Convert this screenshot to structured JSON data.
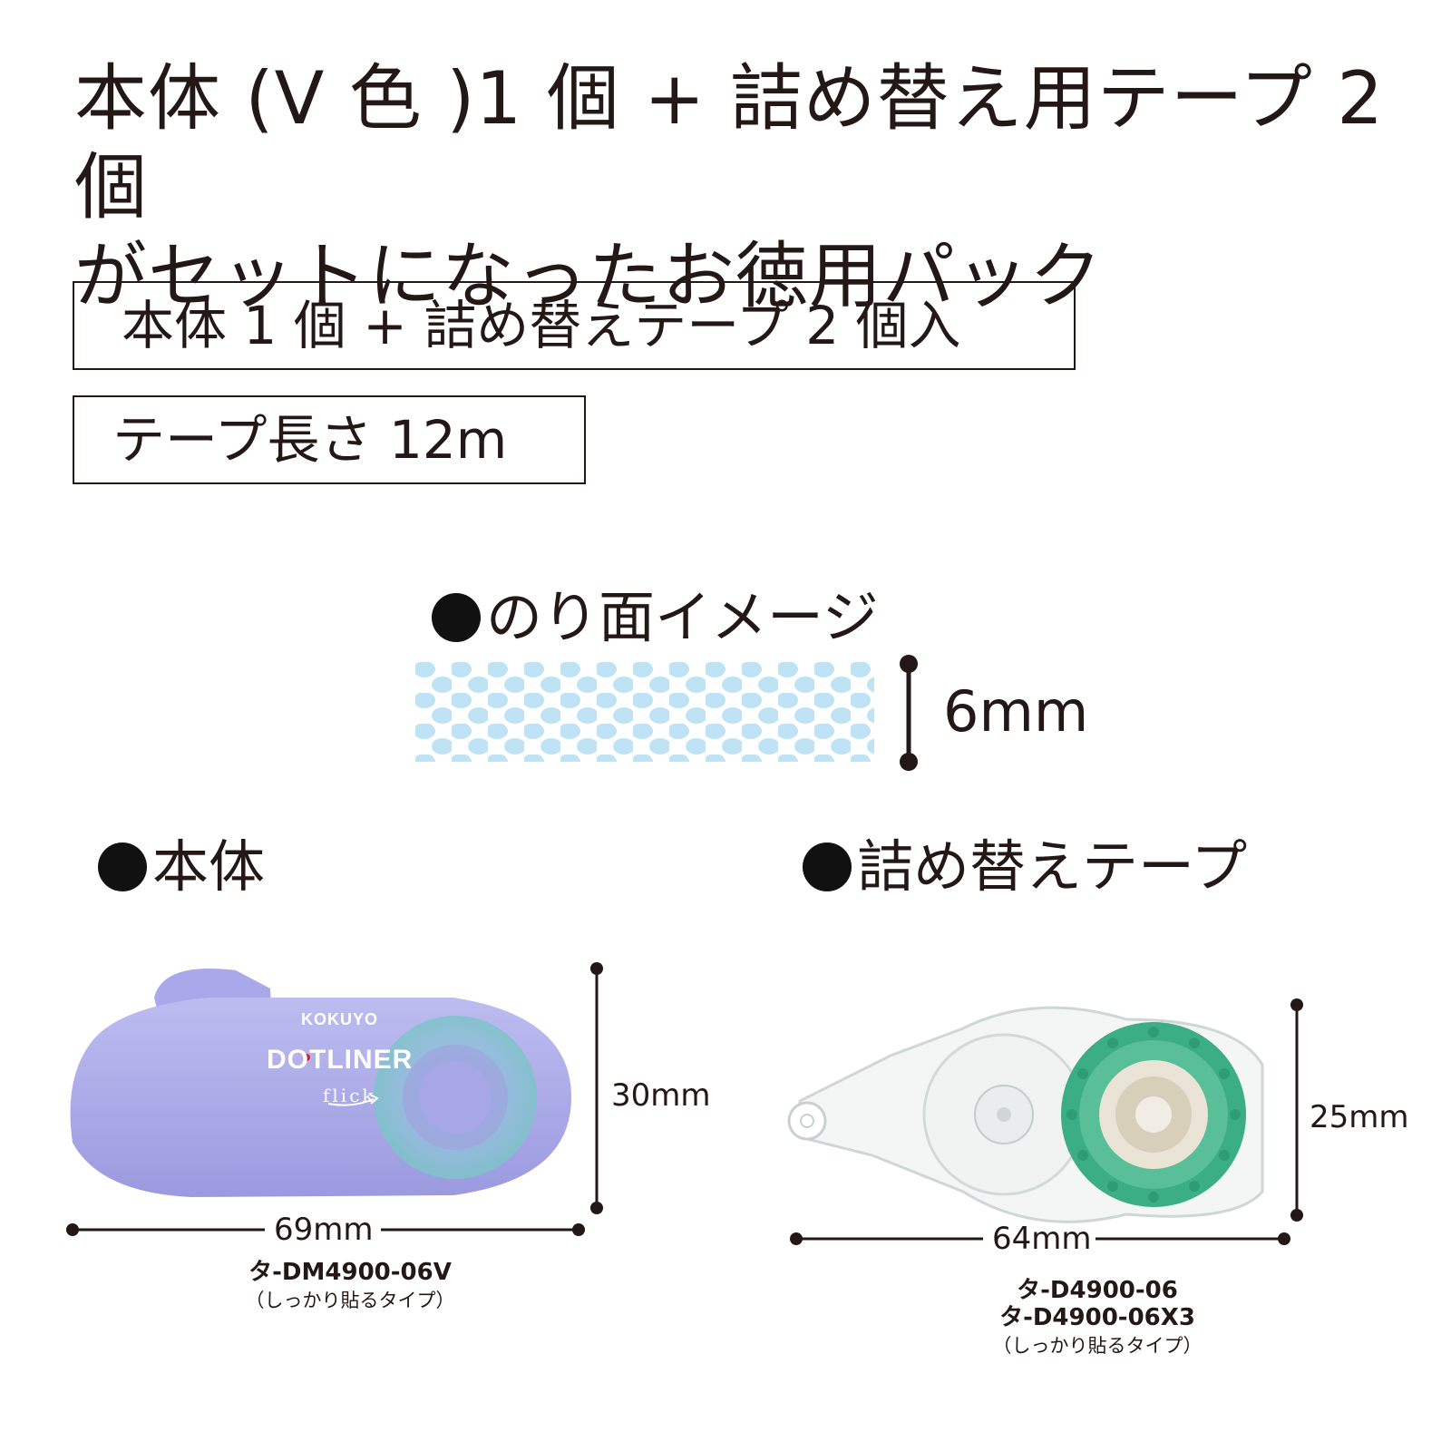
{
  "headline": {
    "line1": "本体 (V 色 )1 個 + 詰め替え用テープ 2 個",
    "line2": "がセットになったお徳用パック"
  },
  "badges": {
    "contents": "本体 1 個 + 詰め替えテープ 2 個入",
    "length": "テープ長さ 12m"
  },
  "glue_image": {
    "title": "のり面イメージ",
    "width_label": "6mm"
  },
  "body_section": {
    "title": "本体",
    "height_label": "30mm",
    "width_label": "69mm",
    "model": "タ-DM4900-06V",
    "note": "（しっかり貼るタイプ）",
    "brand": "KOKUYO",
    "product_name": "DOTLINER",
    "product_sub": "flick"
  },
  "refill_section": {
    "title": "詰め替えテープ",
    "height_label": "25mm",
    "width_label": "64mm",
    "models": [
      "タ-D4900-06",
      "タ-D4900-06X3"
    ],
    "note": "（しっかり貼るタイプ）"
  },
  "colors": {
    "text": "#231815",
    "body_purple": "#a7a6e6",
    "refill_green": "#3cae86",
    "dot_blue": "#bfe3f4"
  }
}
